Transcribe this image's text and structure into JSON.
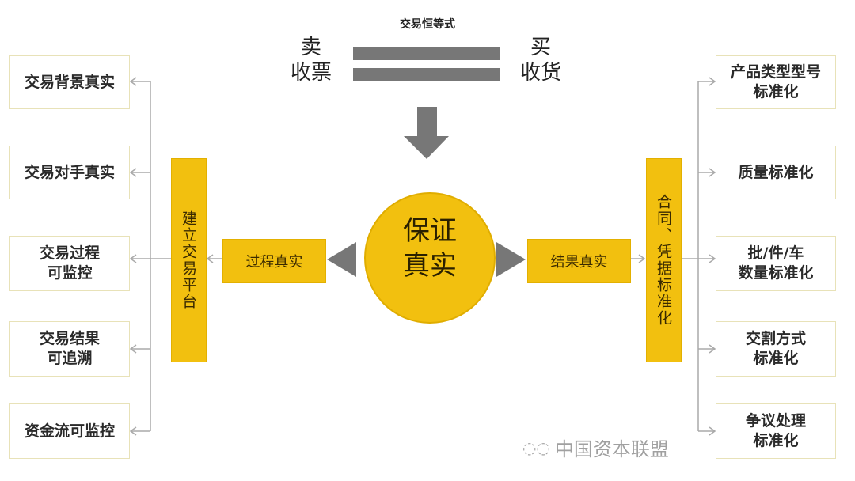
{
  "title": "交易恒等式",
  "seller": {
    "line1": "卖",
    "line2": "收票"
  },
  "buyer": {
    "line1": "买",
    "line2": "收货"
  },
  "center": "保证\n真实",
  "left_mid": "过程真实",
  "right_mid": "结果真实",
  "left_bar": "建立交易平台",
  "right_bar": "合同、凭据标准化",
  "left_items": [
    "交易背景真实",
    "交易对手真实",
    "交易过程\n可监控",
    "交易结果\n可追溯",
    "资金流可监控"
  ],
  "right_items": [
    "产品类型型号\n标准化",
    "质量标准化",
    "批/件/车\n数量标准化",
    "交割方式\n标准化",
    "争议处理\n标准化"
  ],
  "watermark": "中国资本联盟",
  "colors": {
    "yellow": "#f2c00f",
    "gray": "#777777"
  }
}
